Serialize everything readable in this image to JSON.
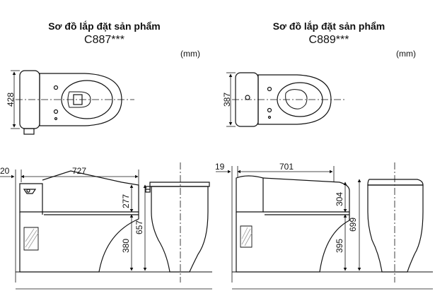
{
  "left": {
    "title": "Sơ đồ lắp đặt sản phẩm",
    "model": "C887***",
    "unit": "(mm)",
    "dims": {
      "width_top": "428",
      "offset": "20",
      "length": "727",
      "tank_h": "277",
      "total_h": "657",
      "outlet_h": "380"
    }
  },
  "right": {
    "title": "Sơ đồ lắp đặt sản phẩm",
    "model": "C889***",
    "unit": "(mm)",
    "dims": {
      "width_top": "387",
      "offset": "19",
      "length": "701",
      "tank_h": "304",
      "total_h": "699",
      "outlet_h": "395"
    }
  },
  "colors": {
    "line": "#111111",
    "center_line": "#111111",
    "wall_shade": "#9a9a9a"
  }
}
